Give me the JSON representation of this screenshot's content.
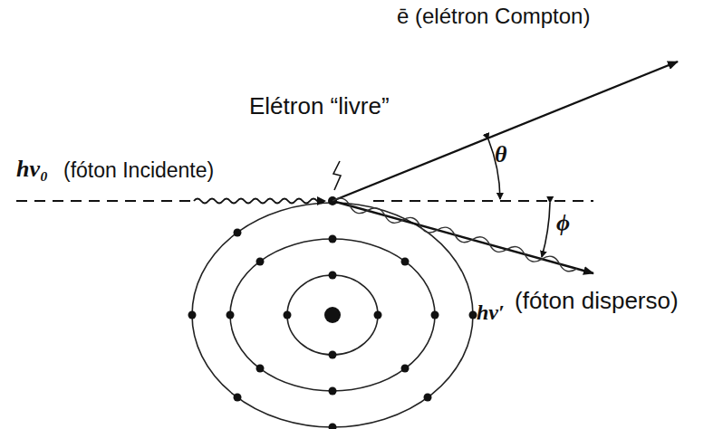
{
  "diagram": {
    "labels": [
      "ē (elétron Compton)",
      "Elétron “livre”",
      "hν₀",
      "(fóton Incidente)",
      "θ",
      "ϕ",
      "hν′",
      "(fóton disperso)"
    ]
  }
}
